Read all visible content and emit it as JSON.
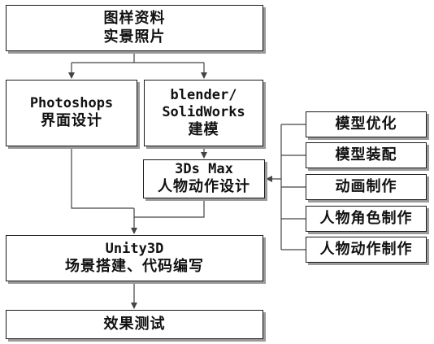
{
  "nodes": {
    "source": {
      "lines": [
        "图样资料",
        "实景照片"
      ]
    },
    "photoshop": {
      "lines": [
        "Photoshops",
        "界面设计"
      ]
    },
    "blender": {
      "lines": [
        "blender/",
        "SolidWorks",
        "建模"
      ]
    },
    "max3ds": {
      "lines": [
        "3Ds Max",
        "人物动作设计"
      ]
    },
    "unity": {
      "lines": [
        "Unity3D",
        "场景搭建、代码编写"
      ]
    },
    "test": {
      "lines": [
        "效果测试"
      ]
    }
  },
  "side_tasks": [
    {
      "label": "模型优化"
    },
    {
      "label": "模型装配"
    },
    {
      "label": "动画制作"
    },
    {
      "label": "人物角色制作"
    },
    {
      "label": "人物动作制作"
    }
  ],
  "colors": {
    "line": "#444444",
    "border": "#1a1a1a",
    "shadow": "#9a9a9a"
  }
}
